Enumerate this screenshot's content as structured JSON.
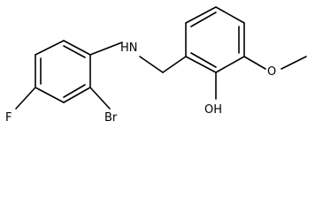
{
  "molecule": {
    "labels": {
      "amine": "HN",
      "bromine": "Br",
      "fluorine": "F",
      "hydroxyl": "OH",
      "methoxy_oxygen": "O"
    }
  }
}
